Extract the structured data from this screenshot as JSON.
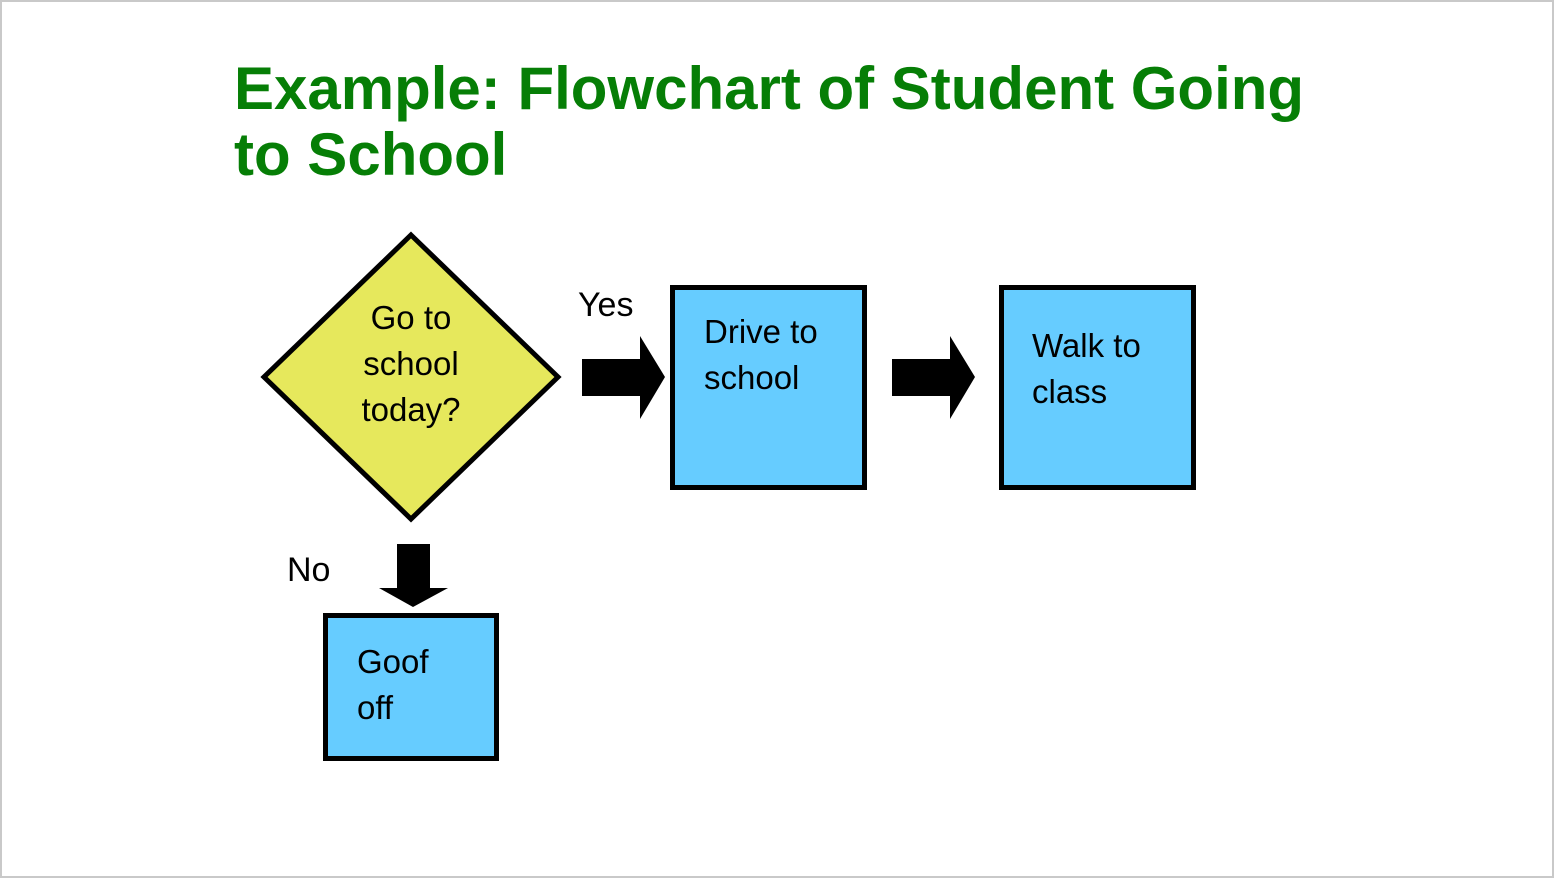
{
  "slide": {
    "title": "Example: Flowchart of Student Going\nto School",
    "title_color": "#067e06",
    "background": "#ffffff",
    "frame_color": "#c9c9c9"
  },
  "flowchart": {
    "decision": {
      "label": "Go to\nschool\ntoday?",
      "fill": "#e6e85c",
      "border_color": "#000000"
    },
    "branch_yes": {
      "label": "Yes"
    },
    "branch_no": {
      "label": "No"
    },
    "drive_box": {
      "label": "Drive to\nschool",
      "fill": "#66ccff",
      "border_color": "#000000"
    },
    "walk_box": {
      "label": "Walk to\nclass",
      "fill": "#66ccff",
      "border_color": "#000000"
    },
    "goof_box": {
      "label": "Goof\noff",
      "fill": "#66ccff",
      "border_color": "#000000"
    },
    "arrow_color": "#000000"
  }
}
